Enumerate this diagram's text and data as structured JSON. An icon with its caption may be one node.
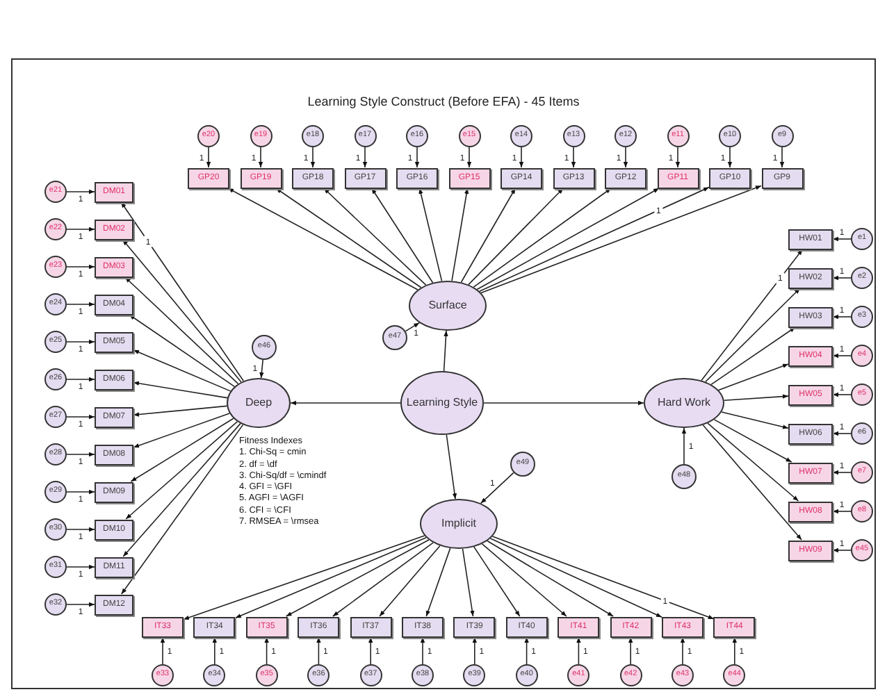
{
  "diagram": {
    "title": "Learning Style Construct (Before EFA) - 45 Items",
    "nodes": [
      {
        "text": [
          "e20"
        ]
      },
      {
        "text": [
          "e19"
        ]
      },
      {
        "text": [
          "e18"
        ]
      },
      {
        "text": [
          "e17"
        ]
      },
      {
        "text": [
          "e16"
        ]
      },
      {
        "text": [
          "e15"
        ]
      },
      {
        "text": [
          "e14"
        ]
      },
      {
        "text": [
          "e13"
        ]
      },
      {
        "text": [
          "e12"
        ]
      },
      {
        "text": [
          "e11"
        ]
      },
      {
        "text": [
          "e10"
        ]
      },
      {
        "text": [
          "e9"
        ]
      },
      {
        "text": [
          "GP20"
        ]
      },
      {
        "text": [
          "GP19"
        ]
      },
      {
        "text": [
          "GP18"
        ]
      },
      {
        "text": [
          "GP17"
        ]
      },
      {
        "text": [
          "GP16"
        ]
      },
      {
        "text": [
          "GP15"
        ]
      },
      {
        "text": [
          "GP14"
        ]
      },
      {
        "text": [
          "GP13"
        ]
      },
      {
        "text": [
          "GP12"
        ]
      },
      {
        "text": [
          "GP11"
        ]
      },
      {
        "text": [
          "GP10"
        ]
      },
      {
        "text": [
          "GP9"
        ]
      },
      {
        "text": [
          "e47"
        ]
      },
      {
        "text": [
          "Surface"
        ]
      },
      {
        "text": [
          "e21"
        ]
      },
      {
        "text": [
          "e22"
        ]
      },
      {
        "text": [
          "e23"
        ]
      },
      {
        "text": [
          "e24"
        ]
      },
      {
        "text": [
          "e25"
        ]
      },
      {
        "text": [
          "e26"
        ]
      },
      {
        "text": [
          "e27"
        ]
      },
      {
        "text": [
          "e28"
        ]
      },
      {
        "text": [
          "e29"
        ]
      },
      {
        "text": [
          "e30"
        ]
      },
      {
        "text": [
          "e31"
        ]
      },
      {
        "text": [
          "e32"
        ]
      },
      {
        "text": [
          "DM01"
        ]
      },
      {
        "text": [
          "DM02"
        ]
      },
      {
        "text": [
          "DM03"
        ]
      },
      {
        "text": [
          "DM04"
        ]
      },
      {
        "text": [
          "DM05"
        ]
      },
      {
        "text": [
          "DM06"
        ]
      },
      {
        "text": [
          "DM07"
        ]
      },
      {
        "text": [
          "DM08"
        ]
      },
      {
        "text": [
          "DM09"
        ]
      },
      {
        "text": [
          "DM10"
        ]
      },
      {
        "text": [
          "DM11"
        ]
      },
      {
        "text": [
          "DM12"
        ]
      },
      {
        "text": [
          "e46"
        ]
      },
      {
        "text": [
          "Deep"
        ]
      },
      {
        "text": [
          "Learning Style"
        ]
      },
      {
        "text": [
          "Hard Work"
        ]
      },
      {
        "text": [
          "e48"
        ]
      },
      {
        "text": [
          "HW01"
        ]
      },
      {
        "text": [
          "HW02"
        ]
      },
      {
        "text": [
          "HW03"
        ]
      },
      {
        "text": [
          "HW04"
        ]
      },
      {
        "text": [
          "HW05"
        ]
      },
      {
        "text": [
          "HW06"
        ]
      },
      {
        "text": [
          "HW07"
        ]
      },
      {
        "text": [
          "HW08"
        ]
      },
      {
        "text": [
          "HW09"
        ]
      },
      {
        "text": [
          "e1"
        ]
      },
      {
        "text": [
          "e2"
        ]
      },
      {
        "text": [
          "e3"
        ]
      },
      {
        "text": [
          "e4"
        ]
      },
      {
        "text": [
          "e5"
        ]
      },
      {
        "text": [
          "e6"
        ]
      },
      {
        "text": [
          "e7"
        ]
      },
      {
        "text": [
          "e8"
        ]
      },
      {
        "text": [
          "e45"
        ]
      },
      {
        "text": [
          "e49"
        ]
      },
      {
        "text": [
          "Implicit"
        ]
      },
      {
        "text": [
          "IT33"
        ]
      },
      {
        "text": [
          "IT34"
        ]
      },
      {
        "text": [
          "IT35"
        ]
      },
      {
        "text": [
          "IT36"
        ]
      },
      {
        "text": [
          "IT37"
        ]
      },
      {
        "text": [
          "IT38"
        ]
      },
      {
        "text": [
          "IT39"
        ]
      },
      {
        "text": [
          "IT40"
        ]
      },
      {
        "text": [
          "IT41"
        ]
      },
      {
        "text": [
          "IT42"
        ]
      },
      {
        "text": [
          "IT43"
        ]
      },
      {
        "text": [
          "IT44"
        ]
      },
      {
        "text": [
          "e33"
        ]
      },
      {
        "text": [
          "e34"
        ]
      },
      {
        "text": [
          "e35"
        ]
      },
      {
        "text": [
          "e36"
        ]
      },
      {
        "text": [
          "e37"
        ]
      },
      {
        "text": [
          "e38"
        ]
      },
      {
        "text": [
          "e39"
        ]
      },
      {
        "text": [
          "e40"
        ]
      },
      {
        "text": [
          "e41"
        ]
      },
      {
        "text": [
          "e42"
        ]
      },
      {
        "text": [
          "e43"
        ]
      },
      {
        "text": [
          "e44"
        ]
      }
    ],
    "edges": [
      {
        "from": 0,
        "to": 12,
        "arrow": "to",
        "label": "1"
      },
      {
        "from": 1,
        "to": 13,
        "arrow": "to",
        "label": "1"
      },
      {
        "from": 2,
        "to": 14,
        "arrow": "to",
        "label": "1"
      },
      {
        "from": 3,
        "to": 15,
        "arrow": "to",
        "label": "1"
      },
      {
        "from": 4,
        "to": 16,
        "arrow": "to",
        "label": "1"
      },
      {
        "from": 5,
        "to": 17,
        "arrow": "to",
        "label": "1"
      },
      {
        "from": 6,
        "to": 18,
        "arrow": "to",
        "label": "1"
      },
      {
        "from": 7,
        "to": 19,
        "arrow": "to",
        "label": "1"
      },
      {
        "from": 8,
        "to": 20,
        "arrow": "to",
        "label": "1"
      },
      {
        "from": 9,
        "to": 21,
        "arrow": "to",
        "label": "1"
      },
      {
        "from": 10,
        "to": 22,
        "arrow": "to",
        "label": "1"
      },
      {
        "from": 11,
        "to": 23,
        "arrow": "to",
        "label": "1"
      },
      {
        "from": 25,
        "to": 12,
        "arrow": "to"
      },
      {
        "from": 25,
        "to": 13,
        "arrow": "to"
      },
      {
        "from": 25,
        "to": 14,
        "arrow": "to"
      },
      {
        "from": 25,
        "to": 15,
        "arrow": "to"
      },
      {
        "from": 25,
        "to": 16,
        "arrow": "to"
      },
      {
        "from": 25,
        "to": 17,
        "arrow": "to"
      },
      {
        "from": 25,
        "to": 18,
        "arrow": "to"
      },
      {
        "from": 25,
        "to": 19,
        "arrow": "to"
      },
      {
        "from": 25,
        "to": 20,
        "arrow": "to"
      },
      {
        "from": 25,
        "to": 21,
        "arrow": "to"
      },
      {
        "from": 25,
        "to": 22,
        "arrow": "to",
        "label": "1"
      },
      {
        "from": 25,
        "to": 23,
        "arrow": "to"
      },
      {
        "from": 24,
        "to": 25,
        "arrow": "to",
        "label": "1"
      },
      {
        "from": 26,
        "to": 38,
        "arrow": "to",
        "label": "1"
      },
      {
        "from": 27,
        "to": 39,
        "arrow": "to",
        "label": "1"
      },
      {
        "from": 28,
        "to": 40,
        "arrow": "to",
        "label": "1"
      },
      {
        "from": 29,
        "to": 41,
        "arrow": "to",
        "label": "1"
      },
      {
        "from": 30,
        "to": 42,
        "arrow": "to",
        "label": "1"
      },
      {
        "from": 31,
        "to": 43,
        "arrow": "to",
        "label": "1"
      },
      {
        "from": 32,
        "to": 44,
        "arrow": "to",
        "label": "1"
      },
      {
        "from": 33,
        "to": 45,
        "arrow": "to",
        "label": "1"
      },
      {
        "from": 34,
        "to": 46,
        "arrow": "to",
        "label": "1"
      },
      {
        "from": 35,
        "to": 47,
        "arrow": "to",
        "label": "1"
      },
      {
        "from": 36,
        "to": 48,
        "arrow": "to",
        "label": "1"
      },
      {
        "from": 37,
        "to": 49,
        "arrow": "to",
        "label": "1"
      },
      {
        "from": 51,
        "to": 38,
        "arrow": "to",
        "label": "1"
      },
      {
        "from": 51,
        "to": 39,
        "arrow": "to"
      },
      {
        "from": 51,
        "to": 40,
        "arrow": "to"
      },
      {
        "from": 51,
        "to": 41,
        "arrow": "to"
      },
      {
        "from": 51,
        "to": 42,
        "arrow": "to"
      },
      {
        "from": 51,
        "to": 43,
        "arrow": "to"
      },
      {
        "from": 51,
        "to": 44,
        "arrow": "to"
      },
      {
        "from": 51,
        "to": 45,
        "arrow": "to"
      },
      {
        "from": 51,
        "to": 46,
        "arrow": "to"
      },
      {
        "from": 51,
        "to": 47,
        "arrow": "to"
      },
      {
        "from": 51,
        "to": 48,
        "arrow": "to"
      },
      {
        "from": 51,
        "to": 49,
        "arrow": "to"
      },
      {
        "from": 50,
        "to": 51,
        "arrow": "to",
        "label": "1"
      },
      {
        "from": 52,
        "to": 25,
        "arrow": "to"
      },
      {
        "from": 52,
        "to": 51,
        "arrow": "to"
      },
      {
        "from": 52,
        "to": 53,
        "arrow": "to"
      },
      {
        "from": 52,
        "to": 74,
        "arrow": "to"
      },
      {
        "from": 54,
        "to": 53,
        "arrow": "to",
        "label": "1"
      },
      {
        "from": 53,
        "to": 55,
        "arrow": "to",
        "label": "1"
      },
      {
        "from": 53,
        "to": 56,
        "arrow": "to"
      },
      {
        "from": 53,
        "to": 57,
        "arrow": "to"
      },
      {
        "from": 53,
        "to": 58,
        "arrow": "to"
      },
      {
        "from": 53,
        "to": 59,
        "arrow": "to"
      },
      {
        "from": 53,
        "to": 60,
        "arrow": "to"
      },
      {
        "from": 53,
        "to": 61,
        "arrow": "to"
      },
      {
        "from": 53,
        "to": 62,
        "arrow": "to"
      },
      {
        "from": 53,
        "to": 63,
        "arrow": "to"
      },
      {
        "from": 64,
        "to": 55,
        "arrow": "to",
        "label": "1"
      },
      {
        "from": 65,
        "to": 56,
        "arrow": "to",
        "label": "1"
      },
      {
        "from": 66,
        "to": 57,
        "arrow": "to",
        "label": "1"
      },
      {
        "from": 67,
        "to": 58,
        "arrow": "to",
        "label": "1"
      },
      {
        "from": 68,
        "to": 59,
        "arrow": "to",
        "label": "1"
      },
      {
        "from": 69,
        "to": 60,
        "arrow": "to",
        "label": "1"
      },
      {
        "from": 70,
        "to": 61,
        "arrow": "to",
        "label": "1"
      },
      {
        "from": 71,
        "to": 62,
        "arrow": "to",
        "label": "1"
      },
      {
        "from": 72,
        "to": 63,
        "arrow": "to",
        "label": "1"
      },
      {
        "from": 73,
        "to": 74,
        "arrow": "to",
        "label": "1"
      },
      {
        "from": 74,
        "to": 75,
        "arrow": "to"
      },
      {
        "from": 74,
        "to": 76,
        "arrow": "to"
      },
      {
        "from": 74,
        "to": 77,
        "arrow": "to"
      },
      {
        "from": 74,
        "to": 78,
        "arrow": "to"
      },
      {
        "from": 74,
        "to": 79,
        "arrow": "to"
      },
      {
        "from": 74,
        "to": 80,
        "arrow": "to"
      },
      {
        "from": 74,
        "to": 81,
        "arrow": "to"
      },
      {
        "from": 74,
        "to": 82,
        "arrow": "to"
      },
      {
        "from": 74,
        "to": 83,
        "arrow": "to"
      },
      {
        "from": 74,
        "to": 84,
        "arrow": "to"
      },
      {
        "from": 74,
        "to": 85,
        "arrow": "to"
      },
      {
        "from": 74,
        "to": 86,
        "arrow": "to",
        "label": "1"
      },
      {
        "from": 87,
        "to": 75,
        "arrow": "to",
        "label": "1"
      },
      {
        "from": 88,
        "to": 76,
        "arrow": "to",
        "label": "1"
      },
      {
        "from": 89,
        "to": 77,
        "arrow": "to",
        "label": "1"
      },
      {
        "from": 90,
        "to": 78,
        "arrow": "to",
        "label": "1"
      },
      {
        "from": 91,
        "to": 79,
        "arrow": "to",
        "label": "1"
      },
      {
        "from": 92,
        "to": 80,
        "arrow": "to",
        "label": "1"
      },
      {
        "from": 93,
        "to": 81,
        "arrow": "to",
        "label": "1"
      },
      {
        "from": 94,
        "to": 82,
        "arrow": "to",
        "label": "1"
      },
      {
        "from": 95,
        "to": 83,
        "arrow": "to",
        "label": "1"
      },
      {
        "from": 96,
        "to": 84,
        "arrow": "to",
        "label": "1"
      },
      {
        "from": 97,
        "to": 85,
        "arrow": "to",
        "label": "1"
      },
      {
        "from": 98,
        "to": 86,
        "arrow": "to",
        "label": "1"
      }
    ],
    "labels": [
      "Fitness Indexes",
      "1. Chi-Sq = cmin",
      "2. df = \\df",
      "3. Chi-Sq/df = \\cmindf",
      "4. GFI = \\GFI",
      "5. AGFI = \\AGFI",
      "6. CFI = \\CFI",
      "7. RMSEA = \\rmsea"
    ]
  }
}
